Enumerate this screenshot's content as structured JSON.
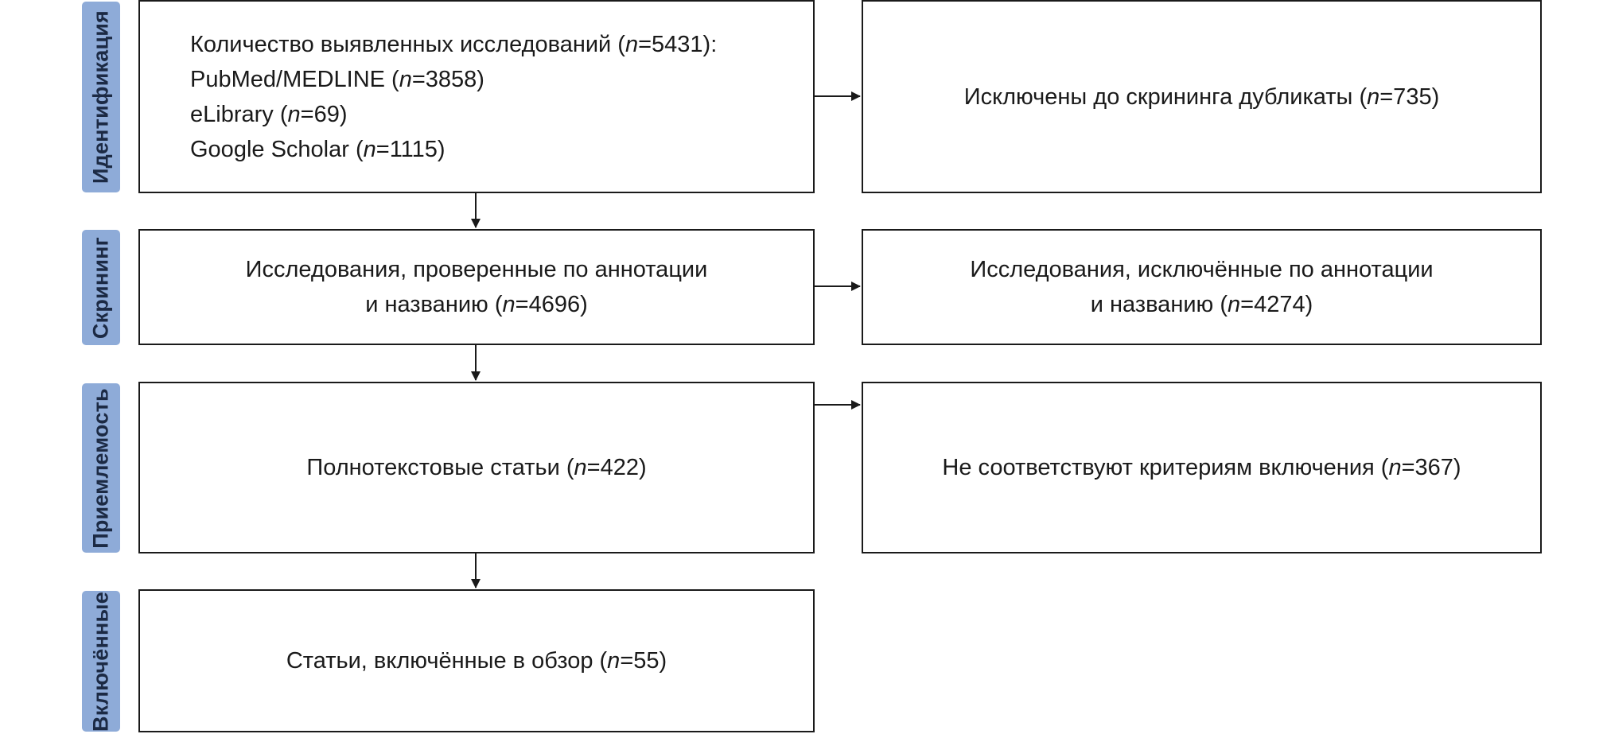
{
  "stages": {
    "identification": "Идентификация",
    "screening": "Скрининг",
    "eligibility": "Приемлемость",
    "included": "Включённые"
  },
  "boxes": {
    "identified": {
      "line1_prefix": "Количество выявленных исследований (",
      "line1_n": "n",
      "line1_suffix": "=5431):",
      "line2_prefix": "PubMed/MEDLINE (",
      "line2_n": "n",
      "line2_suffix": "=3858)",
      "line3_prefix": "eLibrary (",
      "line3_n": "n",
      "line3_suffix": "=69)",
      "line4_prefix": "Google Scholar (",
      "line4_n": "n",
      "line4_suffix": "=1115)"
    },
    "duplicates": {
      "prefix": "Исключены до скрининга дубликаты (",
      "n": "n",
      "suffix": "=735)"
    },
    "screened": {
      "line1": "Исследования, проверенные по аннотации",
      "line2_prefix": "и названию (",
      "line2_n": "n",
      "line2_suffix": "=4696)"
    },
    "screen_excluded": {
      "line1": "Исследования, исключённые по аннотации",
      "line2_prefix": "и названию (",
      "line2_n": "n",
      "line2_suffix": "=4274)"
    },
    "fulltext": {
      "prefix": "Полнотекстовые статьи (",
      "n": "n",
      "suffix": "=422)"
    },
    "not_eligible": {
      "prefix": "Не соответствуют критериям включения (",
      "n": "n",
      "suffix": "=367)"
    },
    "included": {
      "prefix": "Статьи, включённые в обзор (",
      "n": "n",
      "suffix": "=55)"
    }
  },
  "colors": {
    "stage_tab": "#8eabd8",
    "stage_text": "#1c2a44",
    "border": "#1a1a1a"
  }
}
